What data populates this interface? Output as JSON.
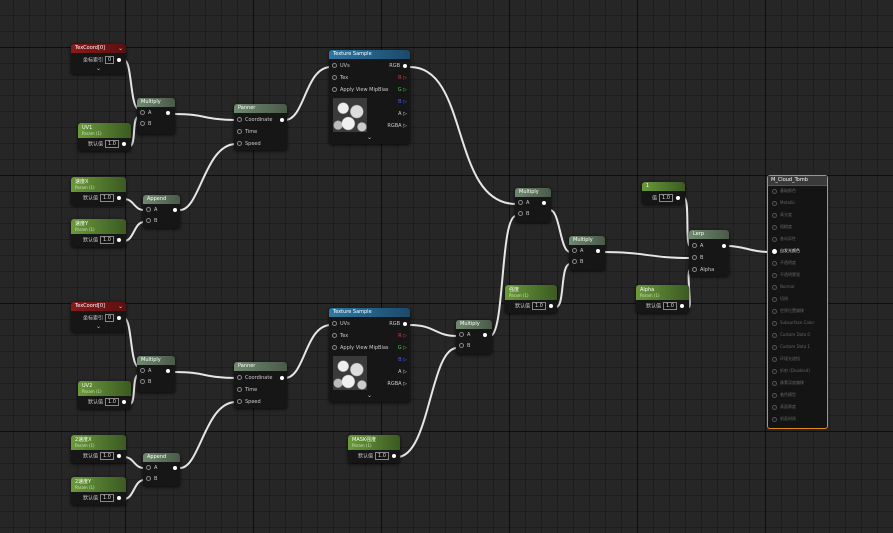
{
  "material": {
    "title": "M_Cloud_Tomb",
    "pins": [
      "基础颜色",
      "Metallic",
      "高光度",
      "粗糙度",
      "各向异性",
      "自发光颜色",
      "不透明度",
      "不透明蒙版",
      "Normal",
      "切线",
      "世界位置偏移",
      "Subsurface Color",
      "Custom Data 0",
      "Custom Data 1",
      "环境光遮挡",
      "折射 (Disabled)",
      "像素深度偏移",
      "着色模型",
      "表面厚度",
      "前面材质"
    ],
    "active_pin": "自发光颜色"
  },
  "nodes": {
    "texcoord1": {
      "title": "TexCoord[0]",
      "label": "坐标索引",
      "value": "0"
    },
    "texcoord2": {
      "title": "TexCoord[0]",
      "label": "坐标索引",
      "value": "0"
    },
    "uv1": {
      "title": "UV1",
      "sub": "Param (1)",
      "label": "默认值",
      "value": "1.0"
    },
    "uv2": {
      "title": "UV2",
      "sub": "Param (1)",
      "label": "默认值",
      "value": "1.0"
    },
    "speedx1": {
      "title": "速度X",
      "sub": "Param (1)",
      "label": "默认值",
      "value": "1.0"
    },
    "speedy1": {
      "title": "速度Y",
      "sub": "Param (1)",
      "label": "默认值",
      "value": "1.0"
    },
    "speedx2": {
      "title": "2速度X",
      "sub": "Param (1)",
      "label": "默认值",
      "value": "1.0"
    },
    "speedy2": {
      "title": "2速度Y",
      "sub": "Param (1)",
      "label": "默认值",
      "value": "1.0"
    },
    "mask": {
      "title": "MASK强度",
      "sub": "Param (1)",
      "label": "默认值",
      "value": "1.0"
    },
    "strength": {
      "title": "强度",
      "sub": "Param (1)",
      "label": "默认值",
      "value": "1.0"
    },
    "alpha": {
      "title": "Alpha",
      "sub": "Param (1)",
      "label": "默认值",
      "value": "1.0"
    },
    "const1": {
      "title": "1",
      "label": "值",
      "value": "1.0"
    },
    "multiply_label": "Multiply",
    "append_label": "Append",
    "panner_label": "Panner",
    "lerp_label": "Lerp",
    "texsample_label": "Texture Sample",
    "pin_a": "A",
    "pin_b": "B",
    "pin_alpha": "Alpha",
    "panner_pins": [
      "Coordinate",
      "Time",
      "Speed"
    ],
    "tex_inputs": [
      "UVs",
      "Tex",
      "Apply View MipBias"
    ],
    "tex_outputs": [
      "RGB",
      "R",
      "G",
      "B",
      "A",
      "RGBA"
    ]
  },
  "colors": {
    "accent": "#e08a1e",
    "wire": "#e8e8e8",
    "param": "#5a7d3a",
    "texture": "#2d78a6",
    "texcoord": "#8c1a1a"
  }
}
